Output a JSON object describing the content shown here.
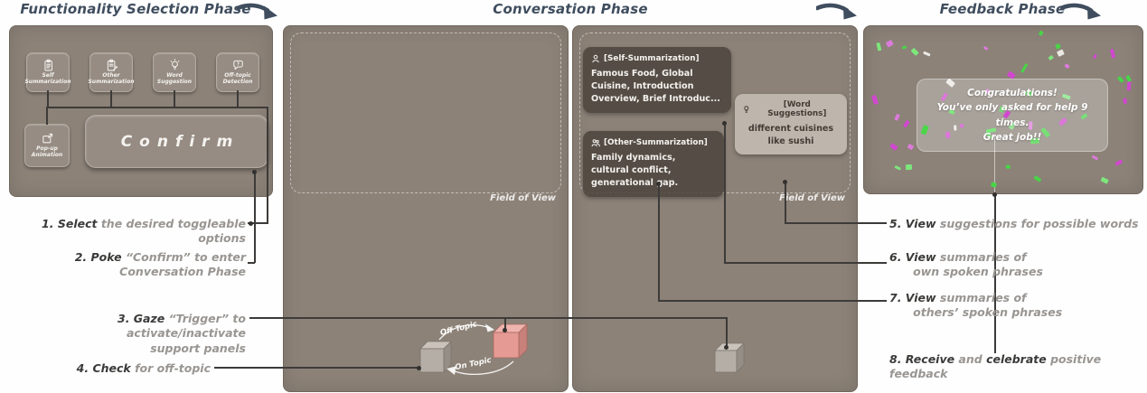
{
  "phases": {
    "selection": "Functionality Selection Phase",
    "conversation": "Conversation Phase",
    "feedback": "Feedback Phase"
  },
  "selection": {
    "buttons": [
      {
        "label": "Self\nSummarization",
        "icon": "clipboard-icon"
      },
      {
        "label": "Other\nSummarization",
        "icon": "clipboard-edit-icon"
      },
      {
        "label": "Word\nSuggestion",
        "icon": "lightbulb-icon"
      },
      {
        "label": "Off-topic\nDetection",
        "icon": "speech-question-icon"
      }
    ],
    "popup": {
      "label": "Pop-up\nAnimation",
      "icon": "popup-window-icon"
    },
    "confirm_label": "Confirm"
  },
  "conversation": {
    "field_of_view_label": "Field of View",
    "cards": {
      "self": {
        "title": "[Self-Summarization]",
        "body": "Famous Food, Global Cuisine, Introduction Overview, Brief Introduc..."
      },
      "other": {
        "title": "[Other-Summarization]",
        "body": "Family dynamics, cultural conflict, generational gap."
      },
      "word": {
        "title": "[Word Suggestions]",
        "body": "different cuisines like sushi"
      }
    },
    "cycle": {
      "off_topic": "Off Topic",
      "on_topic": "On Topic"
    }
  },
  "feedback": {
    "lines": [
      "Congratulations!",
      "You’ve only asked for help 9 times.",
      "Great job!!"
    ]
  },
  "annotations": [
    {
      "segments": [
        {
          "text": "1. Select",
          "strong": true
        },
        {
          "text": " the desired toggleable options",
          "strong": false
        }
      ]
    },
    {
      "segments": [
        {
          "text": "2. Poke",
          "strong": true
        },
        {
          "text": " “Confirm” to enter\nConversation Phase",
          "strong": false
        }
      ]
    },
    {
      "segments": [
        {
          "text": "3. Gaze",
          "strong": true
        },
        {
          "text": " “Trigger” to activate/inactivate\nsupport panels",
          "strong": false
        }
      ]
    },
    {
      "segments": [
        {
          "text": "4. Check",
          "strong": true
        },
        {
          "text": " for off-topic",
          "strong": false
        }
      ]
    },
    {
      "segments": [
        {
          "text": "5. View",
          "strong": true
        },
        {
          "text": " suggestions for possible words",
          "strong": false
        }
      ]
    },
    {
      "segments": [
        {
          "text": "6. View",
          "strong": true
        },
        {
          "text": " summaries of\n      own spoken phrases",
          "strong": false
        }
      ]
    },
    {
      "segments": [
        {
          "text": "7. View",
          "strong": true
        },
        {
          "text": " summaries of\n      others’ spoken phrases",
          "strong": false
        }
      ]
    },
    {
      "segments": [
        {
          "text": "8. Receive",
          "strong": true
        },
        {
          "text": " and ",
          "strong": false
        },
        {
          "text": "celebrate",
          "strong": true
        },
        {
          "text": " positive feedback",
          "strong": false
        }
      ]
    }
  ],
  "colors": {
    "panel": "#8c8278",
    "header_accent": "#3f4d5e",
    "connector_line": "#3d3b39",
    "cube_gray": "#b5aea6",
    "cube_red": "#e59a94",
    "confetti": [
      "#44d944",
      "#7ceb7c",
      "#d443d4",
      "#e07ae0",
      "#f0eeea"
    ]
  }
}
